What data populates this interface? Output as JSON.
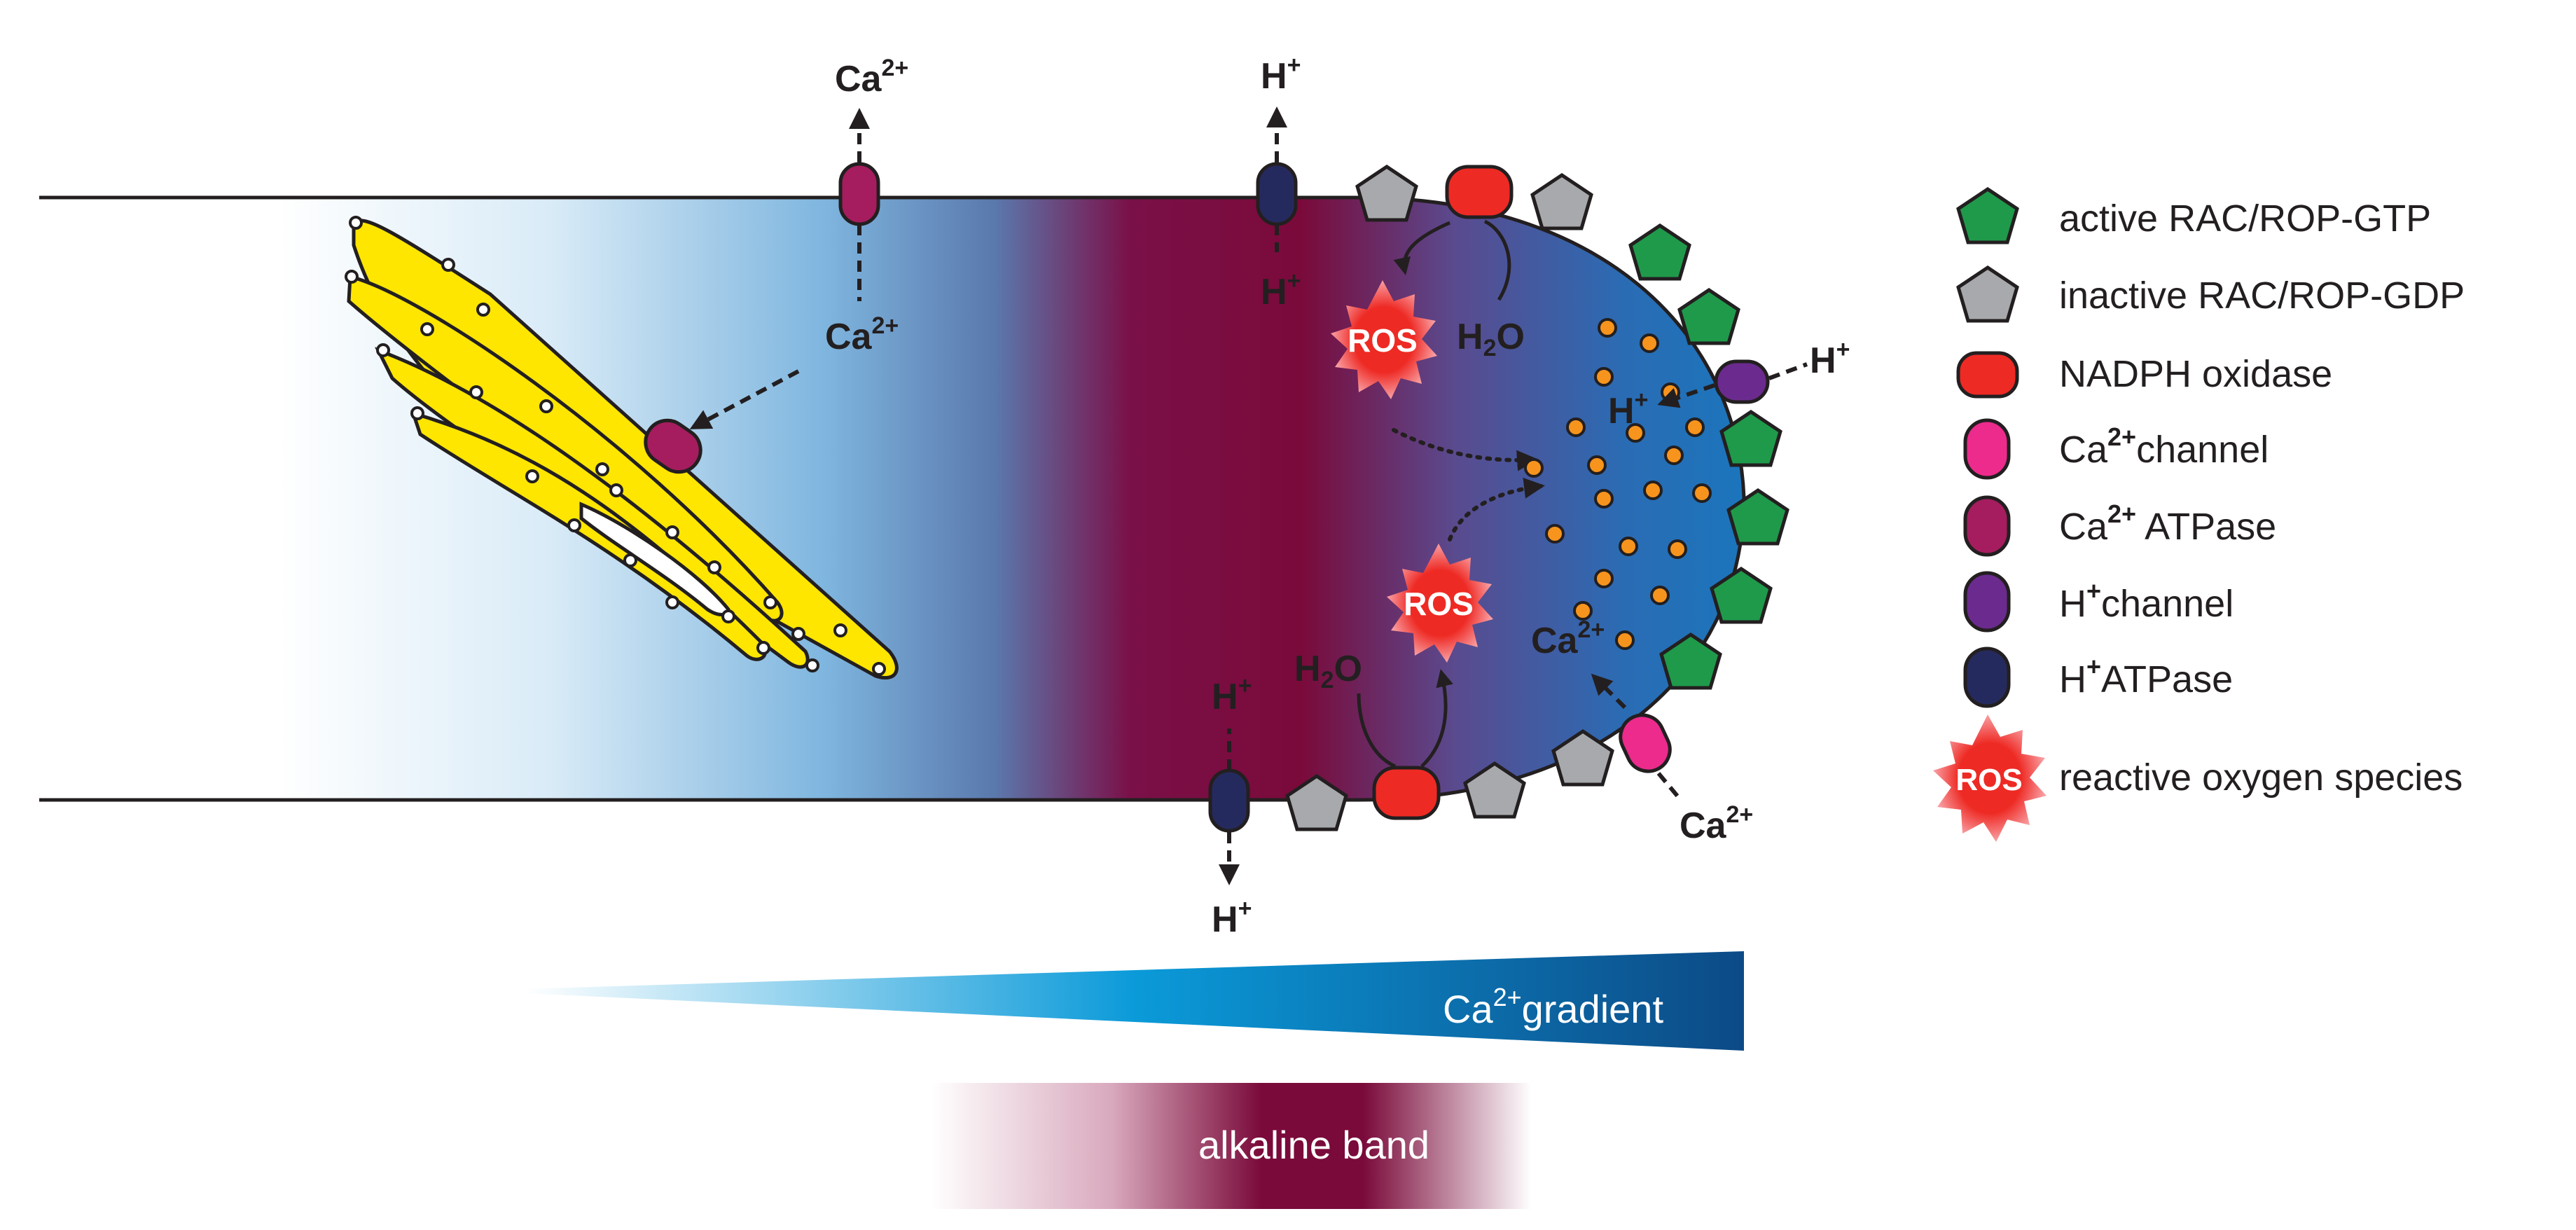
{
  "labels": {
    "ca2": "Ca",
    "ca2_sup": "2+",
    "h": "H",
    "h_sup": "+",
    "h2o_a": "H",
    "h2o_sub": "2",
    "h2o_b": "O",
    "ros": "ROS"
  },
  "bars": {
    "ca_gradient_a": "Ca",
    "ca_gradient_sup": "2+",
    "ca_gradient_b": "gradient",
    "alkaline_band": "alkaline band"
  },
  "legend": [
    {
      "text": "active RAC/ROP-GTP",
      "sup": "",
      "text2": "",
      "color": "#1f9a4a"
    },
    {
      "text": "inactive RAC/ROP-GDP",
      "sup": "",
      "text2": "",
      "color": "#a7a9ac"
    },
    {
      "text": "NADPH oxidase",
      "sup": "",
      "text2": "",
      "color": "#ee2a24"
    },
    {
      "text": "Ca",
      "sup": "2+",
      "text2": "channel",
      "color": "#ec2b8c"
    },
    {
      "text": "Ca",
      "sup": "2+",
      "text2": " ATPase",
      "color": "#a51d5e"
    },
    {
      "text": "H",
      "sup": "+",
      "text2": "channel",
      "color": "#6b2b8e"
    },
    {
      "text": "H",
      "sup": "+",
      "text2": "ATPase",
      "color": "#252a5e"
    },
    {
      "text": "reactive oxygen species",
      "sup": "",
      "text2": "",
      "color": "#ee2a24"
    }
  ],
  "colors": {
    "cytoplasm_blue": "#1b75bc",
    "alkaline_maroon": "#7a0a3a",
    "golgi_yellow": "#ffe600",
    "vesicle_orange": "#f7941d",
    "ros_red": "#ee2a24"
  }
}
